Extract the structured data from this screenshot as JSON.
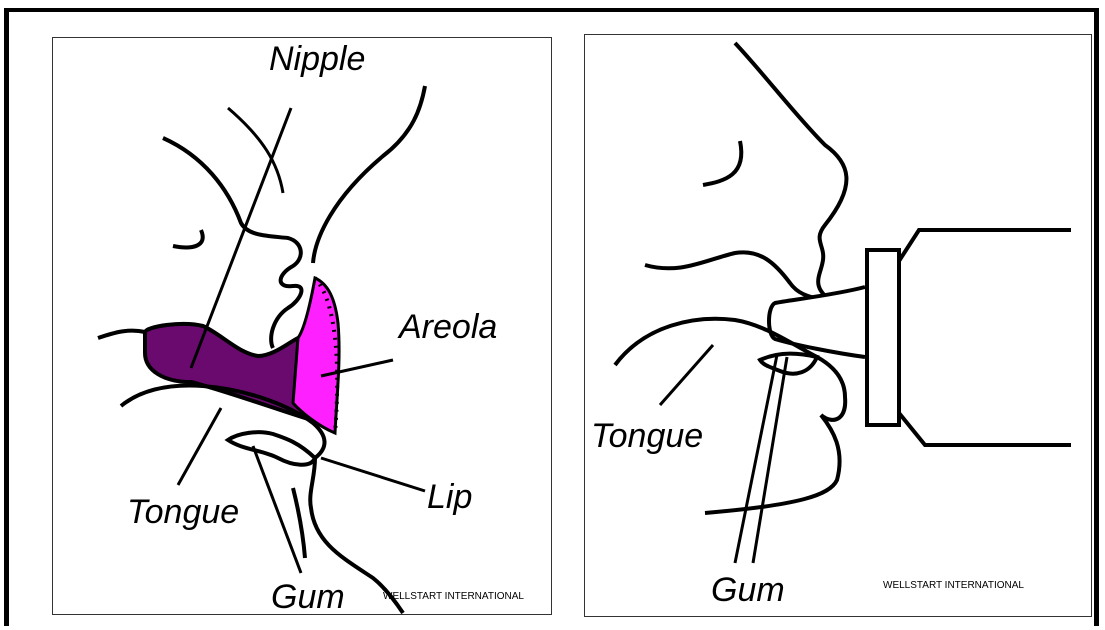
{
  "left_diagram": {
    "labels": {
      "nipple": "Nipple",
      "areola": "Areola",
      "tongue": "Tongue",
      "lip": "Lip",
      "gum": "Gum"
    },
    "credit": "WELLSTART INTERNATIONAL"
  },
  "right_diagram": {
    "labels": {
      "tongue": "Tongue",
      "gum": "Gum"
    },
    "credit": "WELLSTART INTERNATIONAL"
  },
  "colors": {
    "nipple_fill": "#6a0a6e",
    "areola_fill": "#ff20ff",
    "stroke": "#000000"
  }
}
